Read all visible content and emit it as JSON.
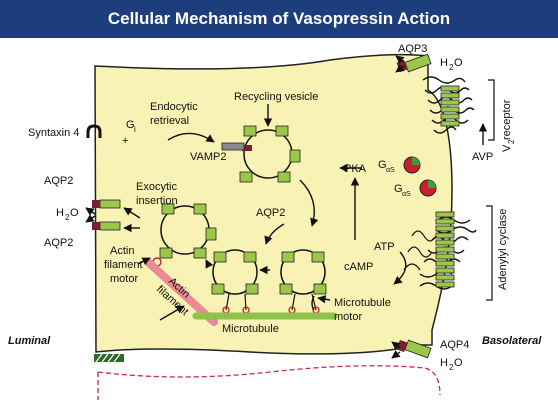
{
  "title": "Cellular Mechanism of Vasopressin Action",
  "colors": {
    "title_bg": "#1d3d7c",
    "cell_fill": "#f8f3b4",
    "channel_green": "#9cc84a",
    "channel_dark": "#7a1f2e",
    "actin_pink": "#e98b97",
    "microtubule_green": "#8fc24b"
  },
  "labels": {
    "aqp3": "AQP3",
    "h2o_top": "H",
    "h2o_sub": "2",
    "h2o_tail": "O",
    "v2_receptor": "V",
    "v2_sub": "2",
    "v2_tail": " receptor",
    "avp": "AVP",
    "gas": "G",
    "gas_sub": "αS",
    "adenylyl_cyclase": "Adenylyl cyclase",
    "atp": "ATP",
    "camp": "cAMP",
    "pka": "PKA",
    "recycling_vesicle": "Recycling vesicle",
    "endocytic": "Endocytic",
    "retrieval": "retrieval",
    "gi": "G",
    "gi_sub": "i",
    "plus": "+",
    "vamp2": "VAMP2",
    "syntaxin4": "Syntaxin 4",
    "aqp2": "AQP2",
    "exocytic": "Exocytic",
    "insertion": "insertion",
    "actin_filament_motor_1": "Actin",
    "actin_filament_motor_2": "filament",
    "actin_filament_motor_3": "motor",
    "actin_filament_1": "Actin",
    "actin_filament_2": "filament",
    "microtubule": "Microtubule",
    "microtubule_motor_1": "Microtubule",
    "microtubule_motor_2": "motor",
    "luminal": "Luminal",
    "basolateral": "Basolateral",
    "aqp4": "AQP4"
  }
}
